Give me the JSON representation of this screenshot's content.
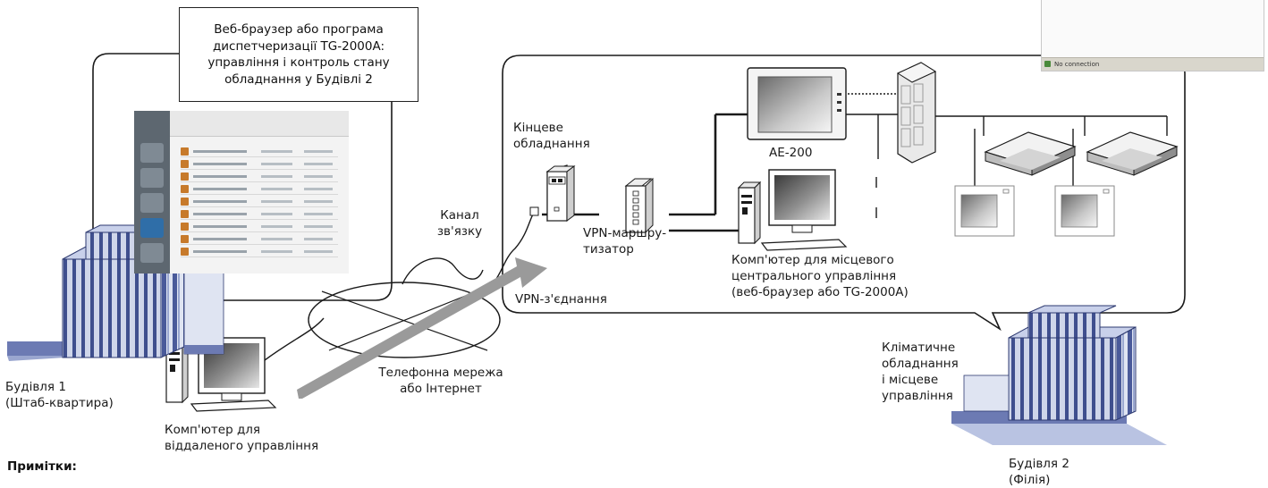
{
  "callout": {
    "text": "Веб-браузер або програма\nдиспетчеризації TG-2000A:\nуправління і контроль стану\nобладнання у Будівлі 2"
  },
  "labels": {
    "terminal_equipment": "Кінцеве\nобладнання",
    "ae200": "AE-200",
    "comm_channel": "Канал\nзв'язку",
    "vpn_router": "VPN-маршру-\nтизатор",
    "local_pc": "Комп'ютер для місцевого\nцентрального управління\n(веб-браузер або TG-2000A)",
    "vpn_connection": "VPN-з'єднання",
    "phone_network": "Телефонна мережа\nабо Інтернет",
    "building1": "Будівля 1\n(Штаб-квартира)",
    "remote_pc": "Комп'ютер для\nвіддаленого управління",
    "climate_equipment": "Кліматичне\nобладнання\nі місцеве\nуправління",
    "building2": "Будівля 2\n(Філія)",
    "notes": "Примітки:"
  },
  "status_window": {
    "status_text": "No connection"
  },
  "colors": {
    "line": "#1a1a1a",
    "vpn_arrow": "#9a9a9a",
    "building_blue": "#4a5a9a",
    "building_light": "#b9c3e2",
    "screen_dark": "#2b2b2b"
  }
}
